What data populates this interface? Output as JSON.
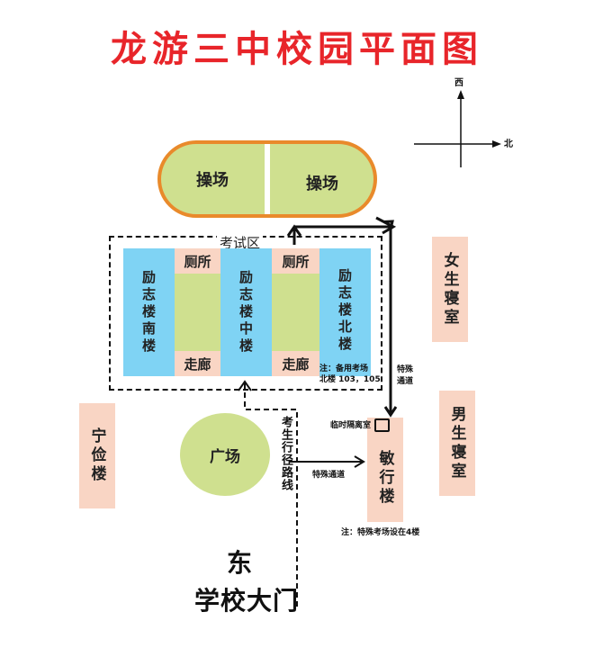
{
  "title": "龙游三中校园平面图",
  "compass": {
    "west": "西",
    "north": "北"
  },
  "playground": {
    "left": "操场",
    "right": "操场"
  },
  "exam_area": {
    "label": "考试区"
  },
  "buildings": {
    "lizhi_south": "励志楼南楼",
    "lizhi_middle": "励志楼中楼",
    "lizhi_north": "励志楼北楼",
    "toilet_left": "厕所",
    "toilet_right": "厕所",
    "corridor_left": "走廊",
    "corridor_right": "走廊",
    "girls_dorm": "女生寝室",
    "boys_dorm": "男生寝室",
    "ningjian": "宁俭楼",
    "minxing": "敏行楼",
    "square": "广场"
  },
  "notes": {
    "backup_room_line1": "注：备用考场",
    "backup_room_line2": "北楼 103，105",
    "special_channel_vertical": "特殊通道",
    "isolation_room": "临时隔离室",
    "special_channel_horizontal": "特殊通道",
    "student_route": "考生行径路线",
    "special_room_floor": "注：特殊考场设在4楼"
  },
  "gate": {
    "direction": "东",
    "name": "学校大门"
  },
  "colors": {
    "title": "#e8252a",
    "building_blue": "#7fd3f4",
    "building_pink": "#f9d5c4",
    "grass_green": "#cfe08f",
    "track_orange": "#e98a2b"
  }
}
